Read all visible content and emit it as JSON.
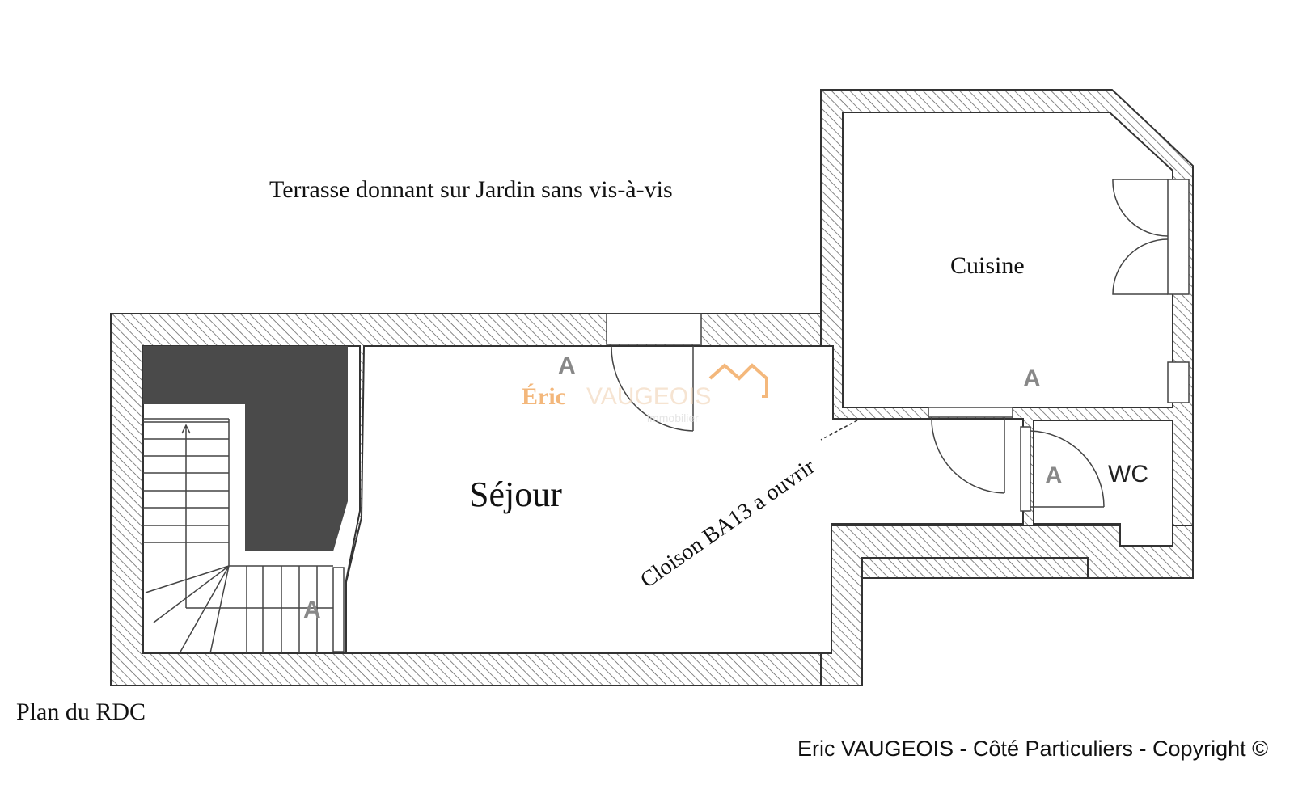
{
  "plan": {
    "terrace_label": "Terrasse donnant sur Jardin sans vis-à-vis",
    "plan_title": "Plan du RDC",
    "copyright": "Eric VAUGEOIS - Côté Particuliers - Copyright ©"
  },
  "rooms": {
    "kitchen": "Cuisine",
    "living": "Séjour",
    "wc": "WC"
  },
  "annotations": {
    "partition": "Cloison BA13 a ouvrir",
    "marker": "A"
  },
  "watermark": {
    "brand_left": "Éric",
    "brand_right": "VAUGEOIS",
    "brand_sub": "immobilier",
    "color": "#f0a050"
  },
  "colors": {
    "wall_line": "#333333",
    "hatch": "#666666",
    "stair_block": "#4a4a4a",
    "marker": "#888888"
  }
}
